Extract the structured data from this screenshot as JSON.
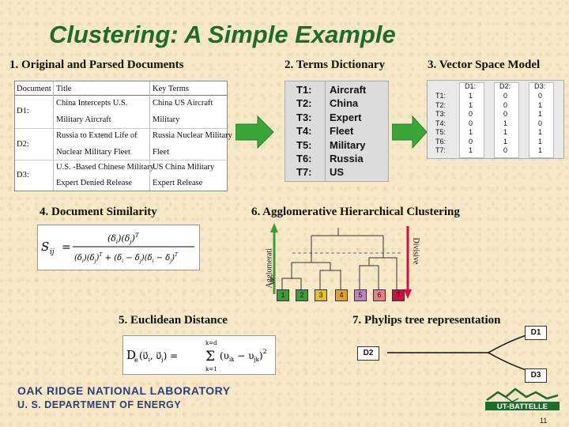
{
  "title": "Clustering: A Simple Example",
  "sections": {
    "s1": "1. Original and Parsed Documents",
    "s2": "2. Terms Dictionary",
    "s3": "3. Vector Space Model",
    "s4": "4. Document Similarity",
    "s5": "5. Euclidean Distance",
    "s6": "6. Agglomerative Hierarchical Clustering",
    "s7": "7. Phylips tree representation"
  },
  "documents": {
    "headers": [
      "Document",
      "Title",
      "Key Terms"
    ],
    "rows": [
      {
        "doc": "D1:",
        "title": "China Intercepts U.S.",
        "keys": "China US Aircraft"
      },
      {
        "doc": "",
        "title": "Military Aircraft",
        "keys": "Military"
      },
      {
        "doc": "D2:",
        "title": "Russia to Extend Life of",
        "keys": "Russia Nuclear Military"
      },
      {
        "doc": "",
        "title": "Nuclear Military Fleet",
        "keys": "Fleet"
      },
      {
        "doc": "D3:",
        "title": "U.S. -Based Chinese Military",
        "keys": "US China Military"
      },
      {
        "doc": "",
        "title": "Expert Denied Release",
        "keys": "Expert Release"
      }
    ]
  },
  "terms": [
    {
      "id": "T1:",
      "name": "Aircraft"
    },
    {
      "id": "T2:",
      "name": "China"
    },
    {
      "id": "T3:",
      "name": "Expert"
    },
    {
      "id": "T4:",
      "name": "Fleet"
    },
    {
      "id": "T5:",
      "name": "Military"
    },
    {
      "id": "T6:",
      "name": "Russia"
    },
    {
      "id": "T7:",
      "name": "US"
    }
  ],
  "vector_model": {
    "columns": [
      "D1:",
      "D2:",
      "D3:"
    ],
    "row_labels": [
      "T1:",
      "T2:",
      "T3:",
      "T4:",
      "T5:",
      "T6:",
      "T7:"
    ],
    "values": [
      [
        1,
        0,
        0
      ],
      [
        1,
        0,
        1
      ],
      [
        0,
        0,
        1
      ],
      [
        0,
        1,
        0
      ],
      [
        1,
        1,
        1
      ],
      [
        0,
        1,
        1
      ],
      [
        1,
        0,
        1
      ]
    ]
  },
  "similarity_formula": {
    "lhs": "S",
    "lhs_sub": "ij",
    "numerator": "(δ",
    "denominator": "(δ"
  },
  "euclid_formula": {
    "lhs": "D",
    "sum_top": "k=d",
    "sum_bottom": "k=1"
  },
  "dendrogram": {
    "left_label": "Agglomerati",
    "left_label2": "ve",
    "right_label": "Divisive",
    "leaves": [
      {
        "label": "1",
        "color": "#3a9d3a"
      },
      {
        "label": "2",
        "color": "#3a9d3a"
      },
      {
        "label": "3",
        "color": "#e8c020"
      },
      {
        "label": "4",
        "color": "#e8a020"
      },
      {
        "label": "5",
        "color": "#c084c0"
      },
      {
        "label": "6",
        "color": "#f08080"
      },
      {
        "label": "7",
        "color": "#d01040"
      }
    ],
    "left_arrow_color": "#3a9d3a",
    "right_arrow_color": "#d01040"
  },
  "phylip": {
    "nodes": [
      "D1",
      "D2",
      "D3"
    ]
  },
  "footer": {
    "lab": "OAK RIDGE NATIONAL LABORATORY",
    "dept": "U. S. DEPARTMENT OF ENERGY",
    "logo_text": "UT-BATTELLE",
    "page": "11"
  },
  "colors": {
    "title": "#1f6b2d",
    "arrow": "#3aa63a",
    "logo": "#2a3f7a"
  }
}
